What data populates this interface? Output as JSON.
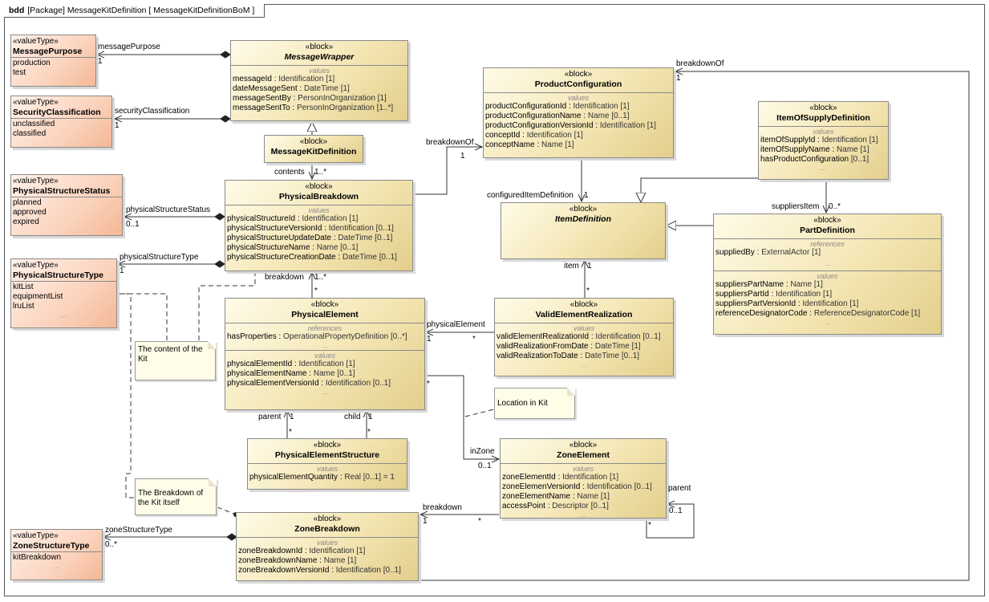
{
  "frame": {
    "kind": "bdd",
    "title": "[Package] MessageKitDefinition [ MessageKitDefinitionBoM ]"
  },
  "stereotypes": {
    "block": "«block»",
    "valueType": "«valueType»"
  },
  "compartments": {
    "values": "values",
    "references": "references"
  },
  "blocks": {
    "messagePurpose": {
      "name": "MessagePurpose",
      "literals": [
        "production",
        "test"
      ]
    },
    "securityClassification": {
      "name": "SecurityClassification",
      "literals": [
        "unclassified",
        "classified"
      ]
    },
    "physicalStructureStatus": {
      "name": "PhysicalStructureStatus",
      "literals": [
        "planned",
        "approved",
        "expired"
      ]
    },
    "physicalStructureType": {
      "name": "PhysicalStructureType",
      "literals": [
        "kitList",
        "equipmentList",
        "lruList"
      ],
      "more": "..."
    },
    "zoneStructureType": {
      "name": "ZoneStructureType",
      "literals": [
        "kitBreakdown"
      ],
      "more": "..."
    },
    "messageWrapper": {
      "name": "MessageWrapper",
      "values": [
        {
          "n": "messageId",
          "t": "Identification [1]"
        },
        {
          "n": "dateMessageSent",
          "t": "DateTime [1]"
        },
        {
          "n": "messageSentBy",
          "t": "PersonInOrganization [1]"
        },
        {
          "n": "messageSentTo",
          "t": "PersonInOrganization [1..*]"
        }
      ]
    },
    "messageKitDefinition": {
      "name": "MessageKitDefinition"
    },
    "physicalBreakdown": {
      "name": "PhysicalBreakdown",
      "values": [
        {
          "n": "physicalStructureId",
          "t": "Identification [1]"
        },
        {
          "n": "physicalStructureVersionId",
          "t": "Identification [0..1]"
        },
        {
          "n": "physicalStructureUpdateDate",
          "t": "DateTime [0..1]"
        },
        {
          "n": "physicalStructureName",
          "t": "Name [0..1]"
        },
        {
          "n": "physicalStructureCreationDate",
          "t": "DateTime [0..1]"
        }
      ]
    },
    "physicalElement": {
      "name": "PhysicalElement",
      "references": [
        {
          "n": "hasProperties",
          "t": "OperationalPropertyDefinition [0..*]"
        }
      ],
      "refMore": "...",
      "values": [
        {
          "n": "physicalElementId",
          "t": "Identification [1]"
        },
        {
          "n": "physicalElementName",
          "t": "Name [0..1]"
        },
        {
          "n": "physicalElementVersionId",
          "t": "Identification [0..1]"
        }
      ],
      "more": "..."
    },
    "physicalElementStructure": {
      "name": "PhysicalElementStructure",
      "values": [
        {
          "n": "physicalElementQuantity",
          "t": "Real [0..1] = 1"
        }
      ]
    },
    "zoneBreakdown": {
      "name": "ZoneBreakdown",
      "values": [
        {
          "n": "zoneBreakdownId",
          "t": "Identification [1]"
        },
        {
          "n": "zoneBreakdownName",
          "t": "Name [1]"
        },
        {
          "n": "zoneBreakdownVersionId",
          "t": "Identification [0..1]"
        }
      ]
    },
    "productConfiguration": {
      "name": "ProductConfiguration",
      "values": [
        {
          "n": "productConfigurationId",
          "t": "Identification [1]"
        },
        {
          "n": "productConfigurationName",
          "t": "Name [0..1]"
        },
        {
          "n": "productConfigurationVersionId",
          "t": "Identification [1]"
        },
        {
          "n": "conceptId",
          "t": "Identification [1]"
        },
        {
          "n": "conceptName",
          "t": "Name [1]"
        }
      ]
    },
    "itemDefinition": {
      "name": "ItemDefinition"
    },
    "validElementRealization": {
      "name": "ValidElementRealization",
      "values": [
        {
          "n": "validElementRealizationId",
          "t": "Identification [0..1]"
        },
        {
          "n": "validRealizationFromDate",
          "t": "DateTime [1]"
        },
        {
          "n": "validRealizationToDate",
          "t": "DateTime [0..1]"
        }
      ],
      "more": "..."
    },
    "zoneElement": {
      "name": "ZoneElement",
      "values": [
        {
          "n": "zoneElementId",
          "t": "Identification [1]"
        },
        {
          "n": "zoneElemenVersionId",
          "t": "Identification [0..1]"
        },
        {
          "n": "zoneElementName",
          "t": "Name [1]"
        },
        {
          "n": "accessPoint",
          "t": "Descriptor [0..1]"
        }
      ],
      "more": "..."
    },
    "itemOfSupplyDefinition": {
      "name": "ItemOfSupplyDefinition",
      "values": [
        {
          "n": "itemOfSupplyId",
          "t": "Identification [1]"
        },
        {
          "n": "itemOfSupplyName",
          "t": "Name [1]"
        },
        {
          "n": "hasProductConfiguration",
          "t": "[0..1]"
        }
      ],
      "more": "..."
    },
    "partDefinition": {
      "name": "PartDefinition",
      "references": [
        {
          "n": "suppliedBy",
          "t": "ExternalActor [1]"
        }
      ],
      "refMore": "...",
      "values": [
        {
          "n": "suppliersPartName",
          "t": "Name [1]"
        },
        {
          "n": "suppliersPartId",
          "t": "Identification [1]"
        },
        {
          "n": "suppliersPartVersionId",
          "t": "Identification [1]"
        },
        {
          "n": "referenceDesignatorCode",
          "t": "ReferenceDesignatorCode [1]"
        }
      ],
      "more": "..."
    }
  },
  "notes": {
    "contentOfKit": "The content of the Kit",
    "locationInKit": "Location in Kit",
    "breakdownOfKit": "The Breakdown of the Kit itself"
  },
  "labels": {
    "messagePurpose": "messagePurpose",
    "mp_mult": "1",
    "securityClassification": "securityClassification",
    "sc_mult": "1",
    "contents": "contents",
    "contents_mult": "1..*",
    "physicalStructureStatus": "physicalStructureStatus",
    "pss_mult": "0..1",
    "physicalStructureType": "physicalStructureType",
    "pst_mult": "1",
    "breakdown1": "breakdown",
    "breakdown1_mult": "1..*",
    "breakdown1_star": "*",
    "breakdownOf1": "breakdownOf",
    "breakdownOf1_mult": "1",
    "configuredItemDefinition": "configuredItemDefinition",
    "cid_mult": "1",
    "breakdownOf2": "breakdownOf",
    "breakdownOf2_mult": "1",
    "suppliersItem": "suppliersItem",
    "suppliersItem_mult": "0..*",
    "item": "item",
    "item_mult": "1",
    "item_star": "*",
    "physicalElement": "physicalElement",
    "pe_mult": "1",
    "pe_star": "*",
    "parent": "parent",
    "parent_mult": "1",
    "parent_star": "*",
    "child": "child",
    "child_mult": "1",
    "child_star": "*",
    "inZone_star": "*",
    "inZone": "inZone",
    "inZone_mult": "0..1",
    "breakdown2": "breakdown",
    "breakdown2_mult": "1",
    "breakdown2_star": "*",
    "zoneParent": "parent",
    "zoneParent_mult": "0..1",
    "zoneParent_star": "*",
    "zoneStructureType": "zoneStructureType",
    "zst_mult": "0..*"
  }
}
